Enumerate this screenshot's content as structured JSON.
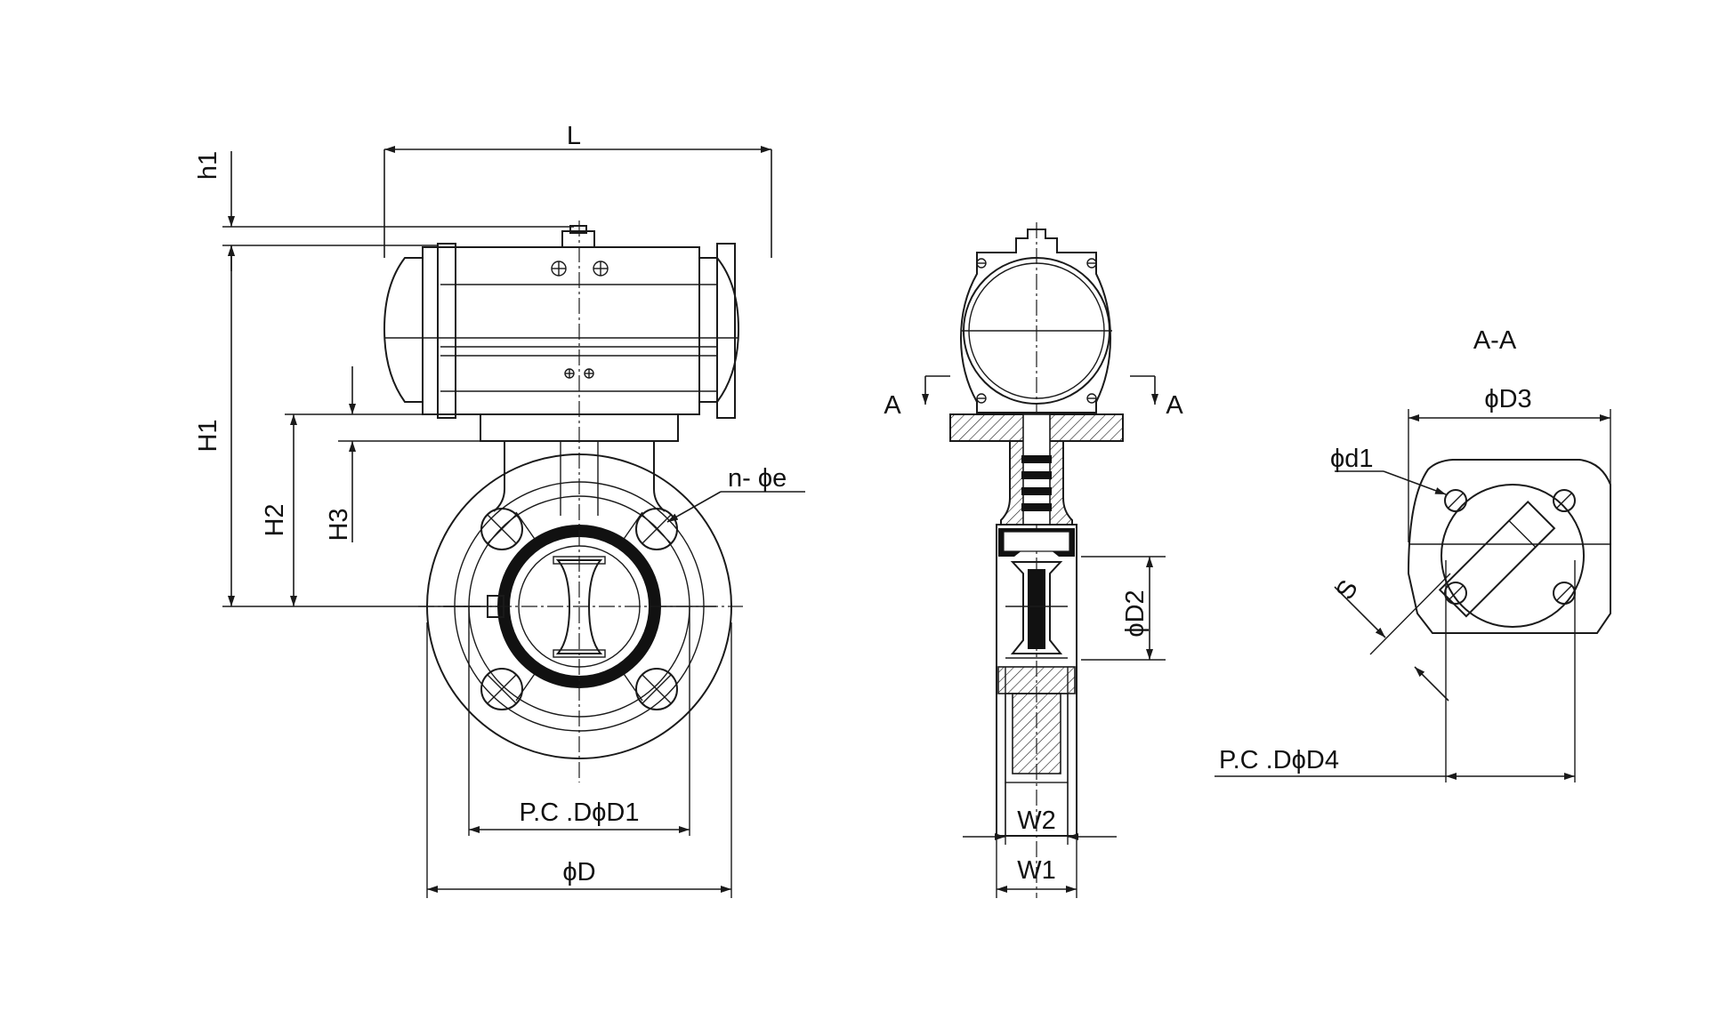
{
  "labels": {
    "L": "L",
    "h1": "h1",
    "H1": "H1",
    "H2": "H2",
    "H3": "H3",
    "ne": "n- ϕe",
    "D1": "P.C .DϕD1",
    "D": "ϕD",
    "A_left": "A",
    "A_right": "A",
    "D2": "ϕD2",
    "W2": "W2",
    "W1": "W1",
    "section": "A-A",
    "D3": "ϕD3",
    "d1": "ϕd1",
    "S": "S",
    "D4": "P.C .DϕD4"
  },
  "colors": {
    "line": "#1a1a1a",
    "background": "#ffffff",
    "seal": "#111111"
  }
}
